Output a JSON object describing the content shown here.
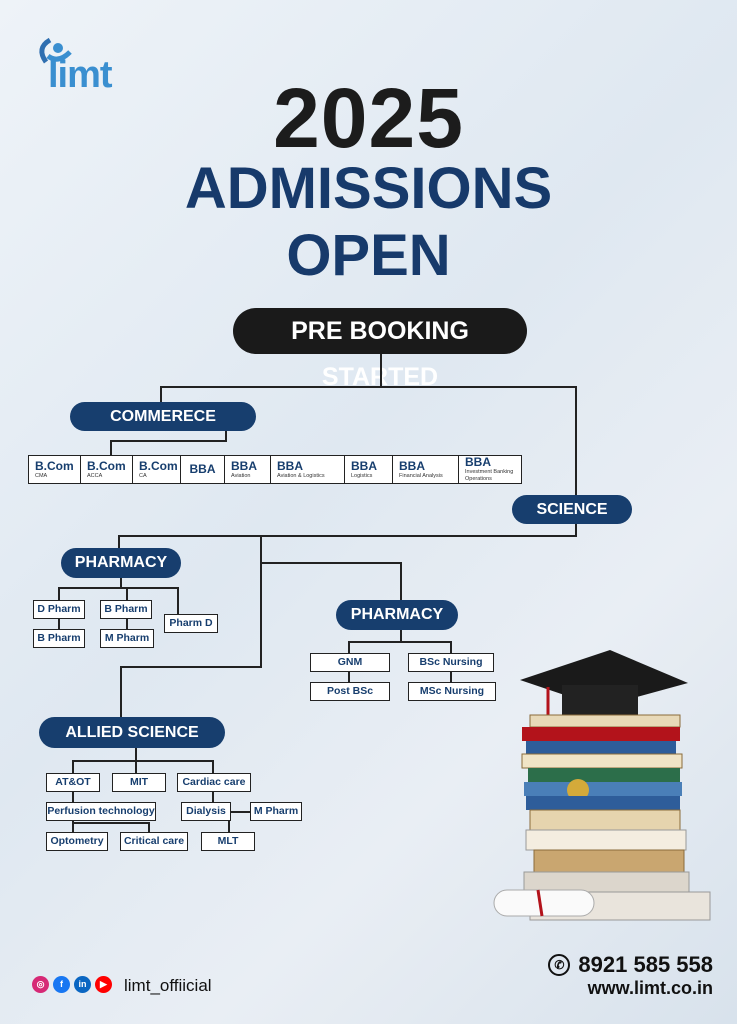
{
  "brand": {
    "logo_text": "limt"
  },
  "headline": {
    "year": "2025",
    "line1": "ADMISSIONS",
    "line2": "OPEN"
  },
  "banner": "PRE BOOKING STARTED",
  "commerce": {
    "label": "COMMERECE",
    "courses": [
      {
        "title": "B.Com",
        "sub": "CMA"
      },
      {
        "title": "B.Com",
        "sub": "ACCA"
      },
      {
        "title": "B.Com",
        "sub": "CA"
      },
      {
        "title": "BBA",
        "sub": ""
      },
      {
        "title": "BBA",
        "sub": "Aviation"
      },
      {
        "title": "BBA",
        "sub": "Aviation & Logistics"
      },
      {
        "title": "BBA",
        "sub": "Logistics"
      },
      {
        "title": "BBA",
        "sub": "Financial Analysis"
      },
      {
        "title": "BBA",
        "sub": "Investment Banking Operations"
      }
    ]
  },
  "science": {
    "label": "SCIENCE"
  },
  "pharmacy_left": {
    "label": "PHARMACY",
    "items": [
      "D Pharm",
      "B Pharm",
      "B Pharm",
      "M Pharm",
      "Pharm D"
    ]
  },
  "pharmacy_right": {
    "label": "PHARMACY",
    "items": [
      "GNM",
      "BSc Nursing",
      "Post BSc",
      "MSc Nursing"
    ]
  },
  "allied": {
    "label": "ALLIED SCIENCE",
    "items": [
      "AT&OT",
      "MIT",
      "Cardiac care",
      "Perfusion technology",
      "Dialysis",
      "M Pharm",
      "Optometry",
      "Critical care",
      "MLT"
    ]
  },
  "footer": {
    "phone": "8921 585 558",
    "website": "www.limt.co.in",
    "handle": "limt_offiicial"
  },
  "colors": {
    "navy": "#173e6e",
    "dark": "#1a1a1a",
    "accent": "#3a8fd0"
  }
}
